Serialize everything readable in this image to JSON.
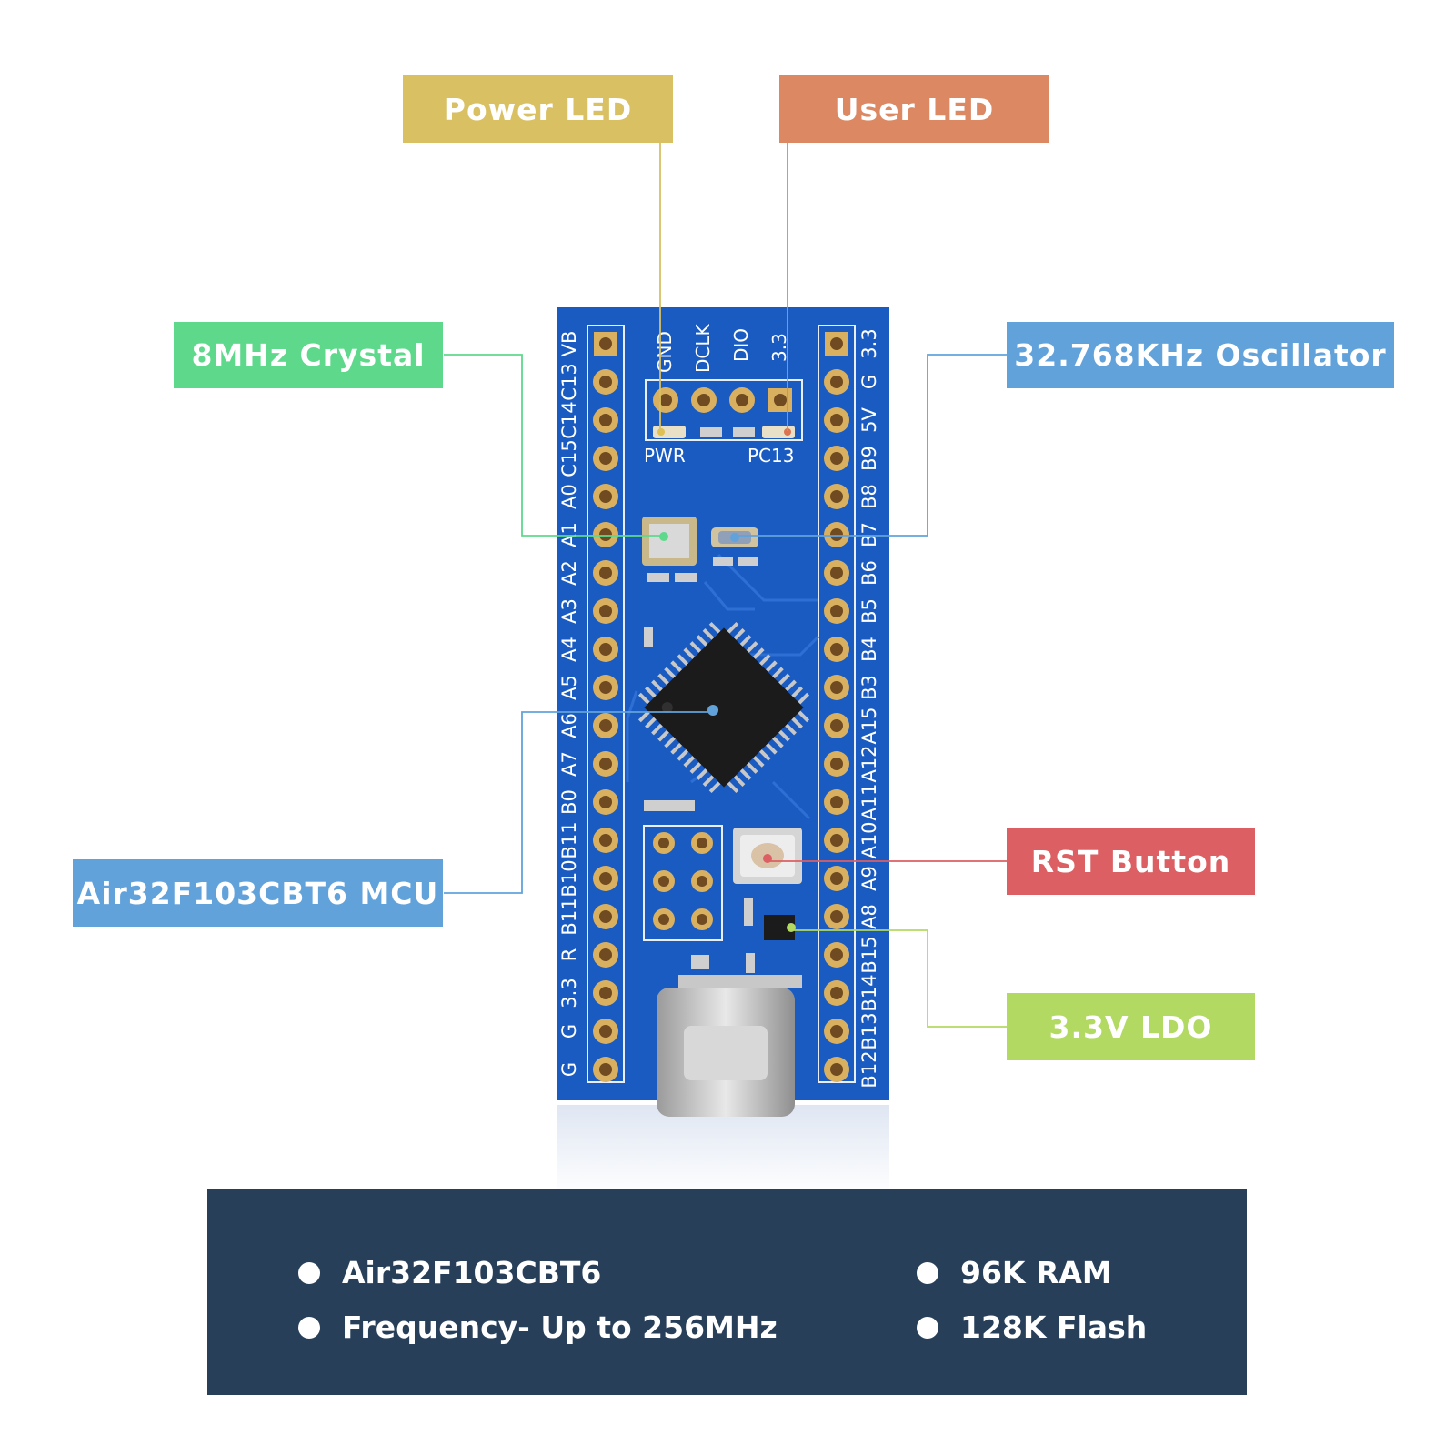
{
  "callouts": {
    "power_led": "Power LED",
    "user_led": "User LED",
    "crystal_8mhz": "8MHz Crystal",
    "oscillator_32k": "32.768KHz Oscillator",
    "mcu": "Air32F103CBT6 MCU",
    "rst_button": "RST Button",
    "ldo": "3.3V LDO"
  },
  "colors": {
    "power_led": "#d9c063",
    "user_led": "#db8863",
    "crystal_8mhz": "#5ed98c",
    "oscillator_32k": "#62a2db",
    "mcu": "#62a2db",
    "rst_button": "#db5f63",
    "ldo": "#b2d962",
    "board": "#1a5bc2",
    "panel": "#283f5a"
  },
  "board": {
    "left_pins": [
      "VB",
      "C13",
      "C14",
      "C15",
      "A0",
      "A1",
      "A2",
      "A3",
      "A4",
      "A5",
      "A6",
      "A7",
      "B0",
      "B11",
      "B10",
      "B11",
      "R",
      "3.3",
      "G",
      "G"
    ],
    "right_pins": [
      "3.3",
      "G",
      "5V",
      "B9",
      "B8",
      "B7",
      "B6",
      "B5",
      "B4",
      "B3",
      "A15",
      "A12",
      "A11",
      "A10",
      "A9",
      "A8",
      "B15",
      "B14",
      "B13",
      "B12"
    ],
    "debug_pins": [
      "GND",
      "DCLK",
      "DIO",
      "3.3"
    ],
    "pwr_label": "PWR",
    "pc13_label": "PC13"
  },
  "specs": [
    {
      "text": "Air32F103CBT6"
    },
    {
      "text": "96K RAM"
    },
    {
      "text": "Frequency- Up to 256MHz"
    },
    {
      "text": "128K Flash"
    }
  ]
}
